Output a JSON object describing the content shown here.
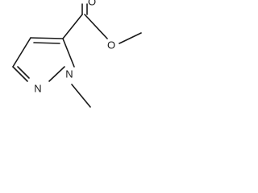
{
  "molecule": {
    "atoms": {
      "carbonyl_oxygen": "O",
      "ester_oxygen": "O",
      "ring_nitrogen_top": "N",
      "ring_nitrogen_bottom": "N"
    },
    "colors": {
      "bond": "#1a1a1a",
      "label": "#1a1a1a",
      "background": "#ffffff"
    }
  }
}
